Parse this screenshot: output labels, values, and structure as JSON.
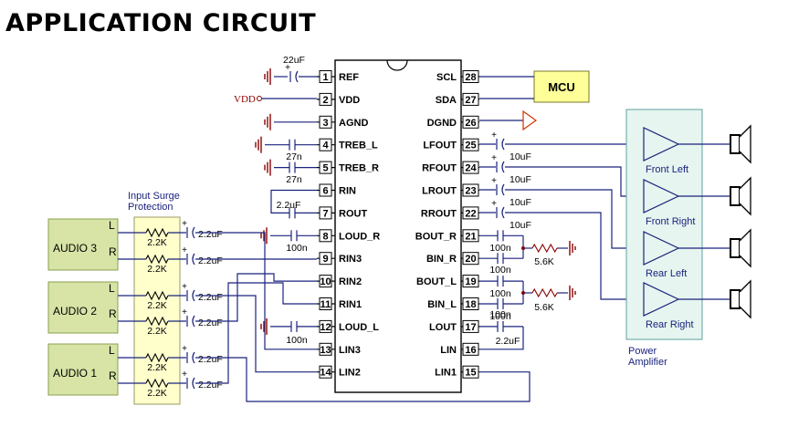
{
  "title": "APPLICATION CIRCUIT",
  "chip": {
    "left_pins": [
      {
        "num": "1",
        "name": "REF"
      },
      {
        "num": "2",
        "name": "VDD"
      },
      {
        "num": "3",
        "name": "AGND"
      },
      {
        "num": "4",
        "name": "TREB_L"
      },
      {
        "num": "5",
        "name": "TREB_R"
      },
      {
        "num": "6",
        "name": "RIN"
      },
      {
        "num": "7",
        "name": "ROUT"
      },
      {
        "num": "8",
        "name": "LOUD_R"
      },
      {
        "num": "9",
        "name": "RIN3"
      },
      {
        "num": "10",
        "name": "RIN2"
      },
      {
        "num": "11",
        "name": "RIN1"
      },
      {
        "num": "12",
        "name": "LOUD_L"
      },
      {
        "num": "13",
        "name": "LIN3"
      },
      {
        "num": "14",
        "name": "LIN2"
      }
    ],
    "right_pins": [
      {
        "num": "28",
        "name": "SCL"
      },
      {
        "num": "27",
        "name": "SDA"
      },
      {
        "num": "26",
        "name": "DGND"
      },
      {
        "num": "25",
        "name": "LFOUT"
      },
      {
        "num": "24",
        "name": "RFOUT"
      },
      {
        "num": "23",
        "name": "LROUT"
      },
      {
        "num": "22",
        "name": "RROUT"
      },
      {
        "num": "21",
        "name": "BOUT_R"
      },
      {
        "num": "20",
        "name": "BIN_R"
      },
      {
        "num": "19",
        "name": "BOUT_L"
      },
      {
        "num": "18",
        "name": "BIN_L"
      },
      {
        "num": "17",
        "name": "LOUT"
      },
      {
        "num": "16",
        "name": "LIN"
      },
      {
        "num": "15",
        "name": "LIN1"
      }
    ]
  },
  "mcu_label": "MCU",
  "vdd_label": "VDD",
  "components": {
    "c_ref": "22uF",
    "c_treb_l": "27n",
    "c_treb_r": "27n",
    "c_rin_rout": "2.2uF",
    "c_loud_r": "100n",
    "c_loud_l": "100n",
    "c_lfout": "10uF",
    "c_rfout": "10uF",
    "c_lrout": "10uF",
    "c_rrout": "10uF",
    "c_bout_r": "100n",
    "c_bin_r": "100n",
    "c_bout_l": "100n",
    "c_bin_l": "100n",
    "c_lout": "100n",
    "c_lin": "2.2uF",
    "r_bass_r": "5.6K",
    "r_bass_l": "5.6K"
  },
  "input_block": {
    "title_line1": "Input Surge",
    "title_line2": "Protection",
    "resistor_value": "2.2K",
    "cap_value": "2.2uF"
  },
  "sources": [
    {
      "name": "AUDIO 3",
      "l": "L",
      "r": "R"
    },
    {
      "name": "AUDIO 2",
      "l": "L",
      "r": "R"
    },
    {
      "name": "AUDIO 1",
      "l": "L",
      "r": "R"
    }
  ],
  "amplifier": {
    "title_line1": "Power",
    "title_line2": "Amplifier",
    "channels": [
      "Front Left",
      "Front Right",
      "Rear Left",
      "Rear Right"
    ]
  },
  "colors": {
    "chip_border": "#000000",
    "mcu_fill": "#ffff99",
    "source_fill": "#d7e4a6",
    "amp_fill": "#e6f5ef",
    "amp_border": "#5fa0a0",
    "surge_fill": "#ffffcc",
    "wire": "#1a237e",
    "ground": "#8b0000",
    "dgnd": "#cc3300"
  }
}
